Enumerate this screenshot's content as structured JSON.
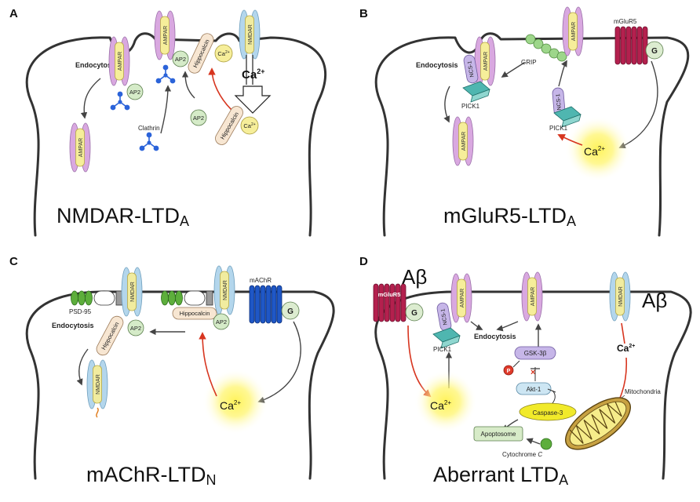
{
  "colors": {
    "ampar_outer": "#d9a8e0",
    "ampar_inner": "#f6ee9a",
    "nmdar_outer": "#b3d6ec",
    "nmdar_inner": "#f1ec9f",
    "ap2": "#d5ebc8",
    "clathrin": "#2b63d9",
    "calcium_glow": "#fff35a",
    "red_arrow": "#d7351f",
    "mglur5": "#b4204e",
    "machr": "#1f57c6",
    "g_protein": "#dcecd0",
    "pick1": "#4fb6b0",
    "ncs1": "#c6b6e8",
    "grip": "#9dd68a",
    "psd95": "#5dae3c",
    "hippocalcin": "#f7e6d2",
    "gsk3b": "#c6b6e8",
    "akt1": "#cde6f3",
    "caspase3": "#f1ea2a",
    "apoptosome": "#d7ebc8",
    "mito": "#c7a142",
    "phospho": "#e03a2a"
  },
  "panel_a": {
    "letter": "A",
    "title": "NMDAR-LTD",
    "subscript": "A",
    "labels": {
      "endocytosis": "Endocytosis",
      "ampar": "AMPAR",
      "nmdar": "NMDAR",
      "ap2": "AP2",
      "hippocalcin": "Hippocalcin",
      "ca_small": "Ca",
      "ca_sup": "2+",
      "ca_big": "Ca",
      "ca_big_sup": "2+",
      "clathrin": "Clathrin"
    }
  },
  "panel_b": {
    "letter": "B",
    "title": "mGluR5-LTD",
    "subscript": "A",
    "labels": {
      "endocytosis": "Endocytosis",
      "ampar": "AMPAR",
      "ncs1": "NCS-1",
      "pick1": "PICK1",
      "grip": "GRIP",
      "mglur5": "mGluR5",
      "g": "G",
      "ca": "Ca",
      "ca_sup": "2+"
    }
  },
  "panel_c": {
    "letter": "C",
    "title": "mAChR-LTD",
    "subscript": "N",
    "labels": {
      "psd95": "PSD-95",
      "nmdar": "NMDAR",
      "endocytosis": "Endocytosis",
      "hippocalcin": "Hippocalcin",
      "ap2": "AP2",
      "machr": "mAChR",
      "g": "G",
      "ca": "Ca",
      "ca_sup": "2+"
    }
  },
  "panel_d": {
    "letter": "D",
    "title": "Aberrant LTD",
    "subscript": "A",
    "labels": {
      "abeta_left": "Aβ",
      "abeta_right": "Aβ",
      "mglur5": "mGluR5",
      "g": "G",
      "ncs1": "NCS-1",
      "ampar": "AMPAR",
      "nmdar": "NMDAR",
      "pick1": "PICK1",
      "endocytosis": "Endocytosis",
      "gsk3b": "GSK-3β",
      "p": "P",
      "akt1": "Akt-1",
      "caspase3": "Caspase-3",
      "apoptosome": "Apoptosome",
      "cytochrome": "Cytochrome ",
      "cytochrome_c": "C",
      "mitochondria": "Mitochondria",
      "ca_left": "Ca",
      "ca_left_sup": "2+",
      "ca_right": "Ca",
      "ca_right_sup": "2+"
    }
  }
}
